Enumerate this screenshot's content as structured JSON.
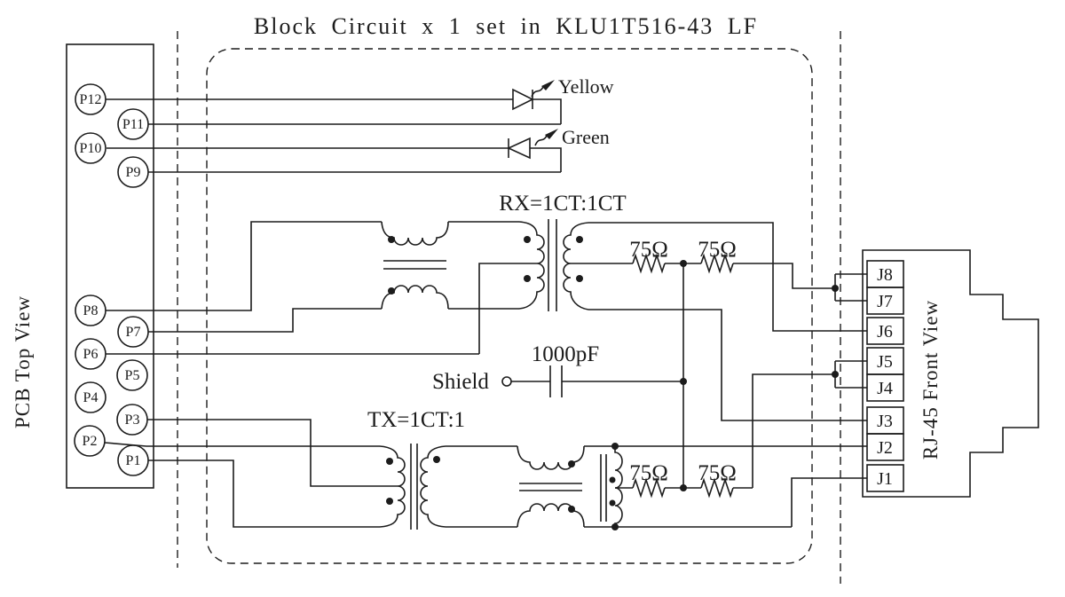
{
  "title": "Block Circuit x 1 set in KLU1T516-43 LF",
  "labels": {
    "pcb_view": "PCB Top View",
    "rj45_view": "RJ-45 Front View",
    "rx_transformer": "RX=1CT:1CT",
    "tx_transformer": "TX=1CT:1",
    "capacitor": "1000pF",
    "shield": "Shield",
    "led_yellow": "Yellow",
    "led_green": "Green",
    "r75": "75Ω"
  },
  "pins": [
    "P12",
    "P11",
    "P10",
    "P9",
    "P8",
    "P7",
    "P6",
    "P5",
    "P4",
    "P3",
    "P2",
    "P1"
  ],
  "jacks": [
    "J8",
    "J7",
    "J6",
    "J5",
    "J4",
    "J3",
    "J2",
    "J1"
  ],
  "colors": {
    "line": "#1c1c1c",
    "background": "#ffffff"
  }
}
